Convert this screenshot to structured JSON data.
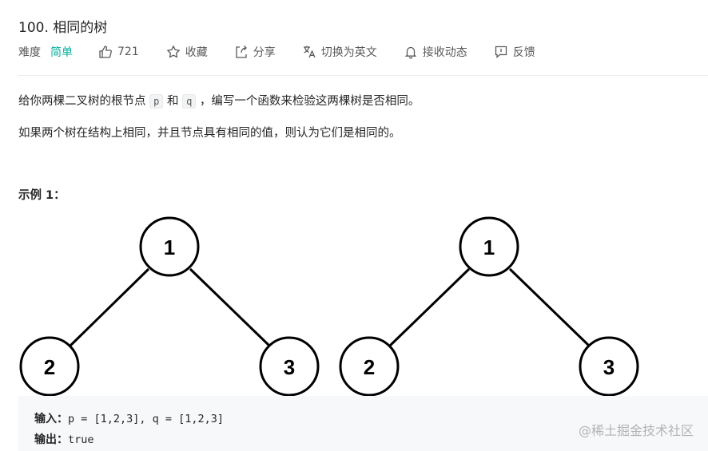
{
  "header": {
    "title": "100. 相同的树",
    "difficulty_label": "难度",
    "difficulty_value": "简单",
    "likes": "721",
    "collect": "收藏",
    "share": "分享",
    "translate": "切换为英文",
    "notify": "接收动态",
    "feedback": "反馈"
  },
  "description": {
    "p1_before": "给你两棵二叉树的根节点",
    "p1_p": "p",
    "p1_and": "和",
    "p1_q": "q",
    "p1_after": "，编写一个函数来检验这两棵树是否相同。",
    "p2": "如果两个树在结构上相同，并且节点具有相同的值，则认为它们是相同的。"
  },
  "example": {
    "title": "示例 1：",
    "trees": [
      {
        "root": "1",
        "left": "2",
        "right": "3"
      },
      {
        "root": "1",
        "left": "2",
        "right": "3"
      }
    ],
    "input_label": "输入：",
    "input_value": "p = [1,2,3], q = [1,2,3]",
    "output_label": "输出：",
    "output_value": "true"
  },
  "watermark": "@稀土掘金技术社区",
  "colors": {
    "accent_easy": "#00af9b",
    "text": "#262626",
    "muted": "#595959",
    "code_bg": "#f7f8fa"
  }
}
